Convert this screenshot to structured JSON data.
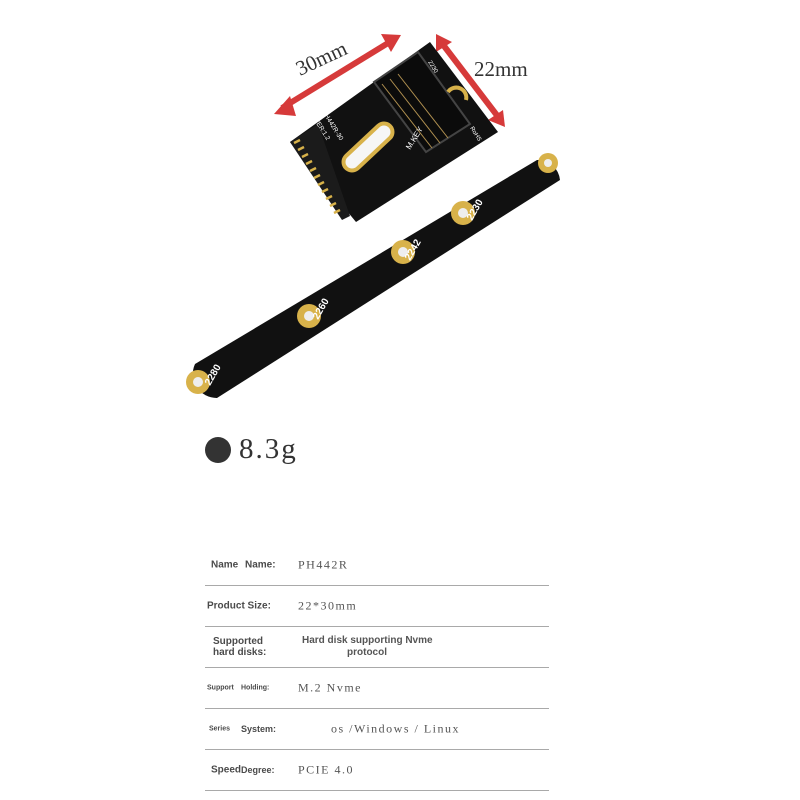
{
  "dimensions": {
    "width_label": "30mm",
    "height_label": "22mm"
  },
  "pcb_labels": [
    "2230",
    "2242",
    "2260",
    "2280",
    "2230"
  ],
  "board_text": {
    "model": "PH442R-30",
    "version": "VER:1.2",
    "key": "M.KEY",
    "rohs": "RoHS"
  },
  "weight": "8.3g",
  "specs": [
    {
      "label_a": "Name",
      "label_b": "Name:",
      "value": "PH442R"
    },
    {
      "label_a": "Product Size:",
      "label_b": "",
      "value": "22*30mm"
    },
    {
      "label_a": "Supported",
      "label_b": "hard disks:",
      "value": "Hard disk supporting Nvme",
      "value2": "protocol"
    },
    {
      "label_a": "Support",
      "label_b": "Holding:",
      "value": "M.2 Nvme"
    },
    {
      "label_a": "Series",
      "label_b": "System:",
      "value": "os /Windows / Linux"
    },
    {
      "label_a": "Speed",
      "label_b": "Degree:",
      "value": "PCIE 4.0"
    }
  ],
  "colors": {
    "arrow": "#d63a3a",
    "pcb": "#111111",
    "gold": "#d8b24a",
    "text": "#555555"
  }
}
